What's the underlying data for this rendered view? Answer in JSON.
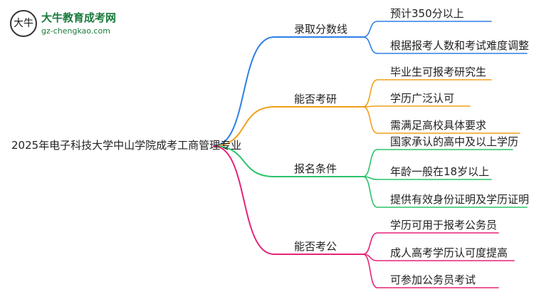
{
  "logo": {
    "badge_text": "大牛",
    "site_name": "大牛教育成考网",
    "url": "gz-chengkao.com"
  },
  "mindmap": {
    "root": "2025年电子科技大学中山学院成考工商管理专业",
    "branches": [
      {
        "label": "录取分数线",
        "color": "#2f7fe6",
        "children": [
          "预计350分以上",
          "根据报考人数和考试难度调整"
        ]
      },
      {
        "label": "能否考研",
        "color": "#f0a01a",
        "children": [
          "毕业生可报考研究生",
          "学历广泛认可",
          "需满足高校具体要求"
        ]
      },
      {
        "label": "报名条件",
        "color": "#2cc36b",
        "children": [
          "国家承认的高中及以上学历",
          "年龄一般在18岁以上",
          "提供有效身份证明及学历证明"
        ]
      },
      {
        "label": "能否考公",
        "color": "#e6237a",
        "children": [
          "学历可用于报考公务员",
          "成人高考学历认可度提高",
          "可参加公务员考试"
        ]
      }
    ]
  }
}
